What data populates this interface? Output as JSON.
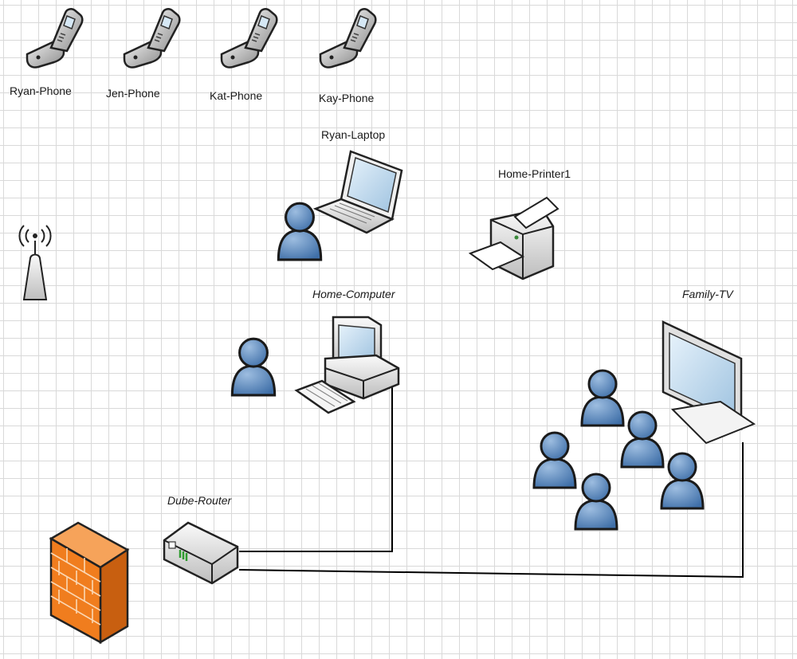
{
  "labels": {
    "ryan_phone": "Ryan-Phone",
    "jen_phone": "Jen-Phone",
    "kat_phone": "Kat-Phone",
    "kay_phone": "Kay-Phone",
    "ryan_laptop": "Ryan-Laptop",
    "home_printer": "Home-Printer1",
    "home_computer": "Home-Computer",
    "family_tv": "Family-TV",
    "dube_router": "Dube-Router"
  },
  "icons": {
    "phone": "mobile-phone-icon",
    "laptop": "laptop-icon",
    "printer": "printer-icon",
    "computer": "desktop-computer-icon",
    "tv": "television-icon",
    "router": "router-icon",
    "firewall": "firewall-icon",
    "antenna": "wireless-antenna-icon",
    "user": "user-icon"
  },
  "colors": {
    "user_fill": "#4f81bd",
    "firewall": "#f07d1e",
    "connector": "#000000",
    "grid": "#d9d9d9"
  }
}
